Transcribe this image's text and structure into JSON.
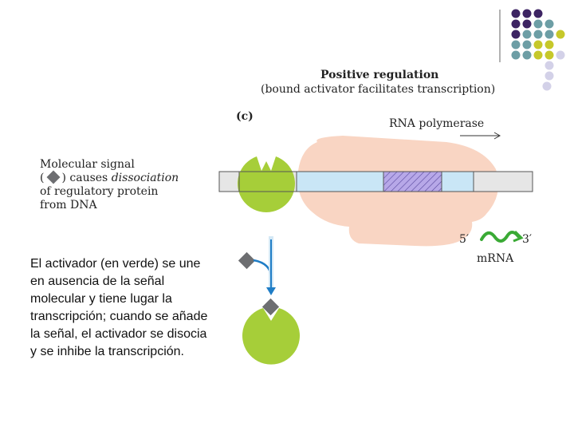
{
  "title": "Positive regulation",
  "subtitle": "(bound activator facilitates transcription)",
  "panel_label": "(c)",
  "rna_polymerase_label": "RNA polymerase",
  "mrna_label": "mRNA",
  "five_prime": "5′",
  "three_prime": "3′",
  "signal_text": {
    "line1": "Molecular signal",
    "line2_open": "(",
    "line2_mid": ") causes ",
    "line2_em": "dissociation",
    "line3": "of regulatory protein",
    "line4": "from DNA"
  },
  "caption": "El activador (en verde) se une en ausencia de la señal molecular y tiene lugar la transcripción; cuando se añade la señal, el activador se disocia y se inhibe la transcripción.",
  "colors": {
    "activator": "#a6ce39",
    "polymerase": "#f9d5c3",
    "dna_gray": "#e6e6e6",
    "dna_blue": "#c9e6f6",
    "promoter_purple": "#b7a8e8",
    "signal": "#6d6e71",
    "mrna": "#3aaa35",
    "arrow_blue": "#1f7dc6",
    "dot_purple": "#3d2463",
    "dot_teal": "#6d9ea5",
    "dot_olive": "#c6c82a",
    "dot_lavender": "#d3d1e8"
  }
}
